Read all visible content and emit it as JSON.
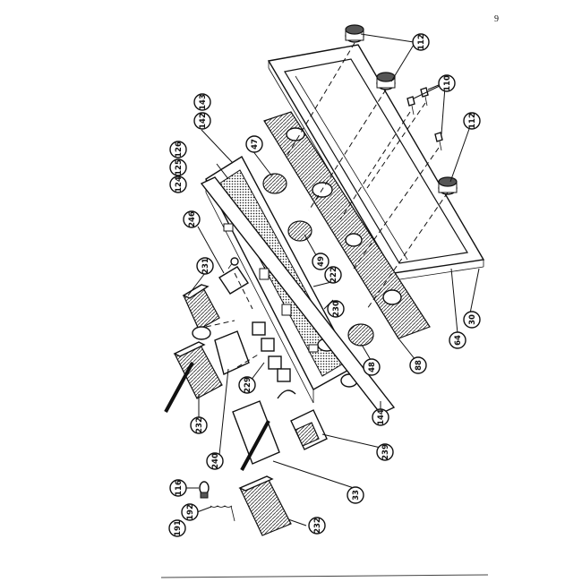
{
  "page_number": "9",
  "callouts": [
    {
      "id": "c112a",
      "label": "112"
    },
    {
      "id": "c112b",
      "label": "112"
    },
    {
      "id": "c110",
      "label": "110"
    },
    {
      "id": "c143",
      "label": "143"
    },
    {
      "id": "c142",
      "label": "142"
    },
    {
      "id": "c126",
      "label": "126"
    },
    {
      "id": "c125",
      "label": "125"
    },
    {
      "id": "c124",
      "label": "124"
    },
    {
      "id": "c47",
      "label": "47"
    },
    {
      "id": "c49",
      "label": "49"
    },
    {
      "id": "c246",
      "label": "246"
    },
    {
      "id": "c231",
      "label": "231"
    },
    {
      "id": "c222",
      "label": "222"
    },
    {
      "id": "c230",
      "label": "230"
    },
    {
      "id": "c48",
      "label": "48"
    },
    {
      "id": "c88",
      "label": "88"
    },
    {
      "id": "c64",
      "label": "64"
    },
    {
      "id": "c30",
      "label": "30"
    },
    {
      "id": "c229",
      "label": "229"
    },
    {
      "id": "c232a",
      "label": "232"
    },
    {
      "id": "c144",
      "label": "144"
    },
    {
      "id": "c240",
      "label": "240"
    },
    {
      "id": "c239",
      "label": "239"
    },
    {
      "id": "c33",
      "label": "33"
    },
    {
      "id": "c116",
      "label": "116"
    },
    {
      "id": "c192",
      "label": "192"
    },
    {
      "id": "c191",
      "label": "191"
    },
    {
      "id": "c232b",
      "label": "232"
    }
  ]
}
